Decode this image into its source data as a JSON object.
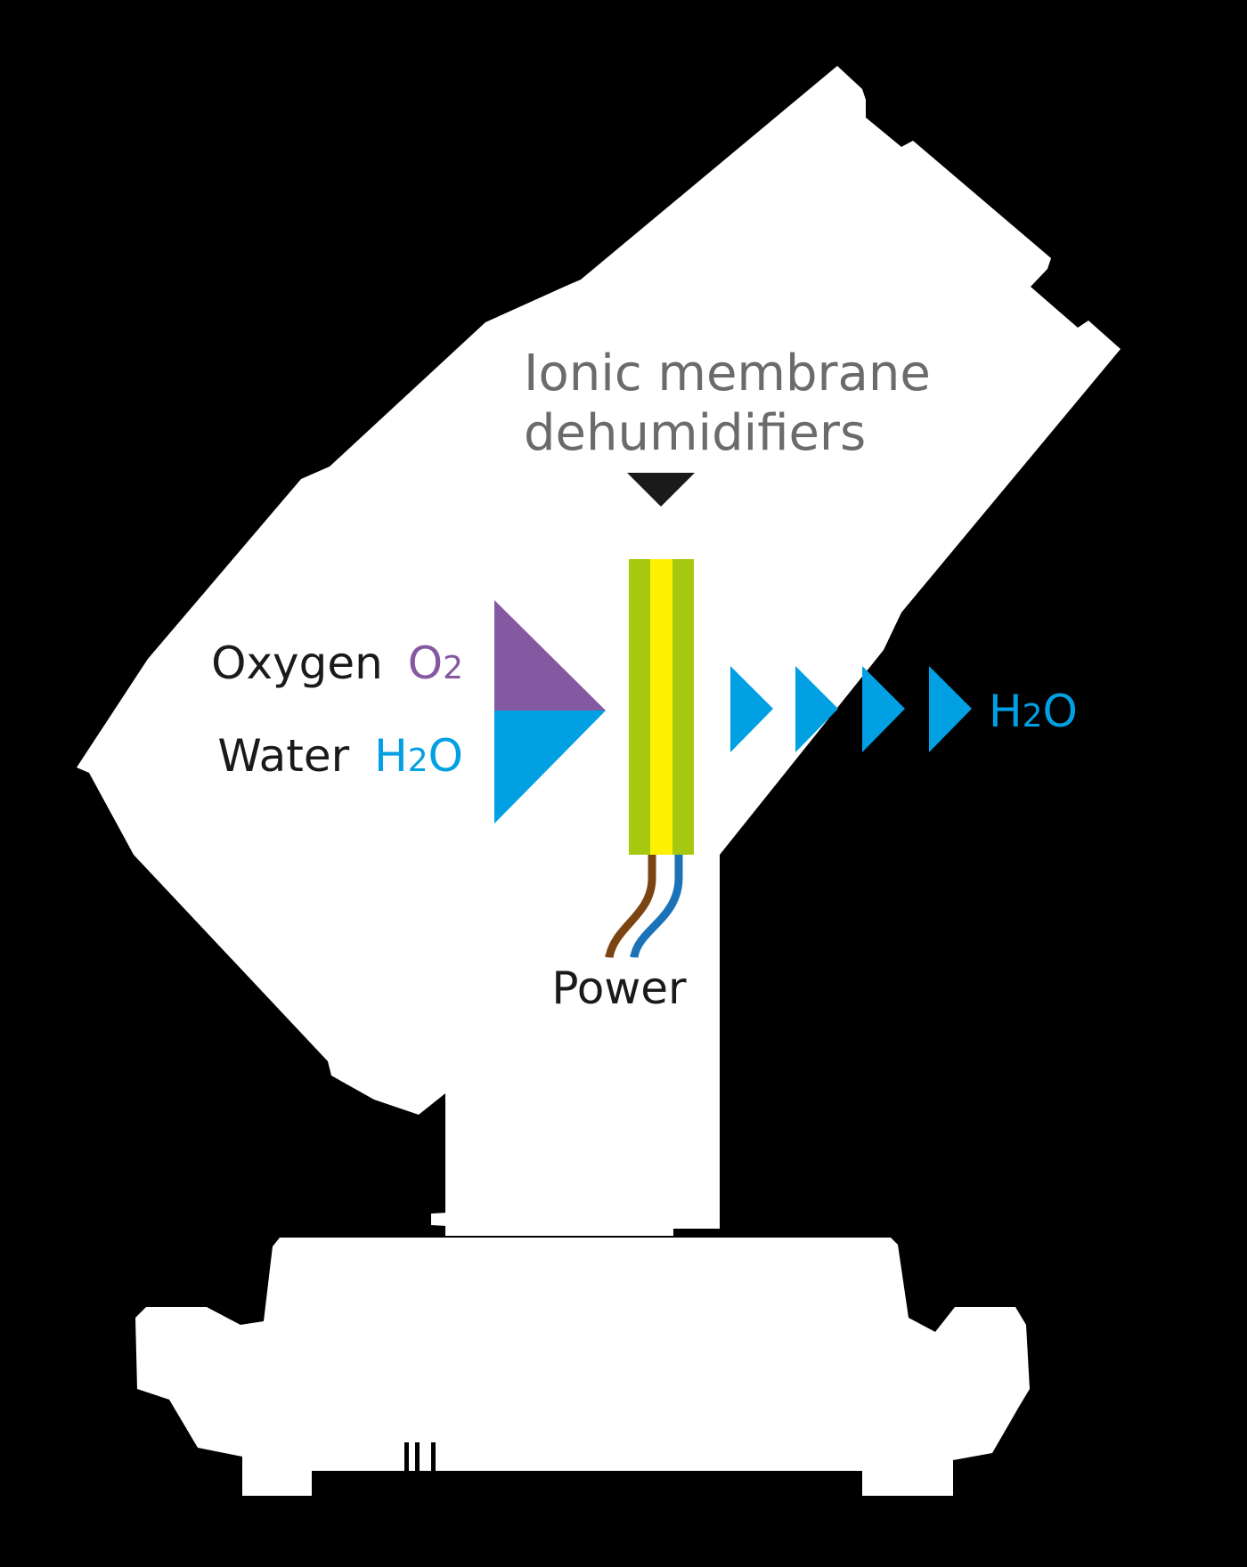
{
  "title": {
    "line1": "Ionic membrane",
    "line2": "dehumidifiers"
  },
  "inputs": {
    "oxygen": {
      "label": "Oxygen",
      "formula": "O",
      "subscript": "2"
    },
    "water": {
      "label": "Water",
      "formula_h": "H",
      "subscript": "2",
      "formula_o": "O"
    }
  },
  "output": {
    "formula_h": "H",
    "subscript": "2",
    "formula_o": "O"
  },
  "power_label": "Power",
  "colors": {
    "background": "#000000",
    "device": "#ffffff",
    "title_text": "#6b6b6b",
    "label_text": "#1a1a1a",
    "oxygen": "#8559a1",
    "water": "#00a0e3",
    "membrane_outer": "#a6c80f",
    "membrane_inner": "#fff200",
    "wire_brown": "#7a4413",
    "wire_blue": "#1a72b8"
  },
  "icons": {
    "pointer": "down-triangle-icon",
    "flow": "right-triangle-arrow-icon"
  }
}
